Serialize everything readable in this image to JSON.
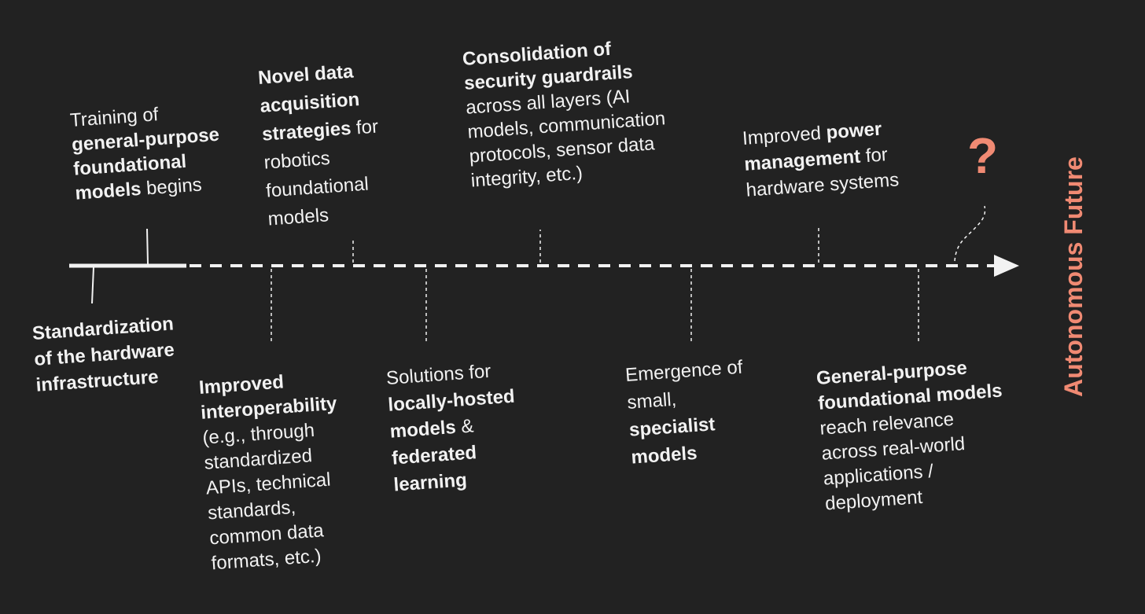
{
  "accent_color": "#f08a73",
  "line_color": "#f2f2f2",
  "background_color": "#222222",
  "end_label": "Autonomous Future",
  "question_mark": "?",
  "milestones": [
    {
      "id": "m1",
      "segments": [
        [
          "Standardization",
          true
        ],
        [
          "of the hardware",
          true
        ],
        [
          "infrastructure",
          true
        ]
      ]
    },
    {
      "id": "m2",
      "segments": [
        [
          "Training of",
          false
        ],
        [
          "general-purpose",
          true
        ],
        [
          "foundational",
          true
        ],
        [
          "models",
          true
        ],
        [
          " begins",
          false
        ]
      ]
    },
    {
      "id": "m3",
      "segments": [
        [
          "Improved",
          true
        ],
        [
          "interoperability",
          true
        ],
        [
          "(e.g., through",
          false
        ],
        [
          "standardized",
          false
        ],
        [
          "APIs, technical",
          false
        ],
        [
          "standards,",
          false
        ],
        [
          "common data",
          false
        ],
        [
          "formats, etc.)",
          false
        ]
      ]
    },
    {
      "id": "m4",
      "segments": [
        [
          "Novel data",
          true
        ],
        [
          "acquisition",
          true
        ],
        [
          "strategies",
          true
        ],
        [
          " for",
          false
        ],
        [
          "robotics",
          false
        ],
        [
          "foundational",
          false
        ],
        [
          "models",
          false
        ]
      ]
    },
    {
      "id": "m5",
      "segments": [
        [
          "Solutions for",
          false
        ],
        [
          "locally-hosted",
          true
        ],
        [
          "models",
          true
        ],
        [
          " &",
          false
        ],
        [
          "federated",
          true
        ],
        [
          "learning",
          true
        ]
      ]
    },
    {
      "id": "m6",
      "segments": [
        [
          "Consolidation of",
          true
        ],
        [
          "security guardrails",
          true
        ],
        [
          "across all layers (AI",
          false
        ],
        [
          "models, communication",
          false
        ],
        [
          "protocols, sensor data",
          false
        ],
        [
          "integrity, etc.)",
          false
        ]
      ]
    },
    {
      "id": "m7",
      "segments": [
        [
          "Emergence of",
          false
        ],
        [
          "small,",
          false
        ],
        [
          "specialist",
          true
        ],
        [
          "models",
          true
        ]
      ]
    },
    {
      "id": "m8",
      "segments": [
        [
          "Improved ",
          false
        ],
        [
          "power",
          true
        ],
        [
          "management",
          true
        ],
        [
          " for",
          false
        ],
        [
          "hardware systems",
          false
        ]
      ]
    },
    {
      "id": "m9",
      "segments": [
        [
          "General-purpose",
          true
        ],
        [
          "foundational models",
          true
        ],
        [
          "reach relevance",
          false
        ],
        [
          "across real-world",
          false
        ],
        [
          "applications /",
          false
        ],
        [
          "deployment",
          false
        ]
      ]
    }
  ]
}
